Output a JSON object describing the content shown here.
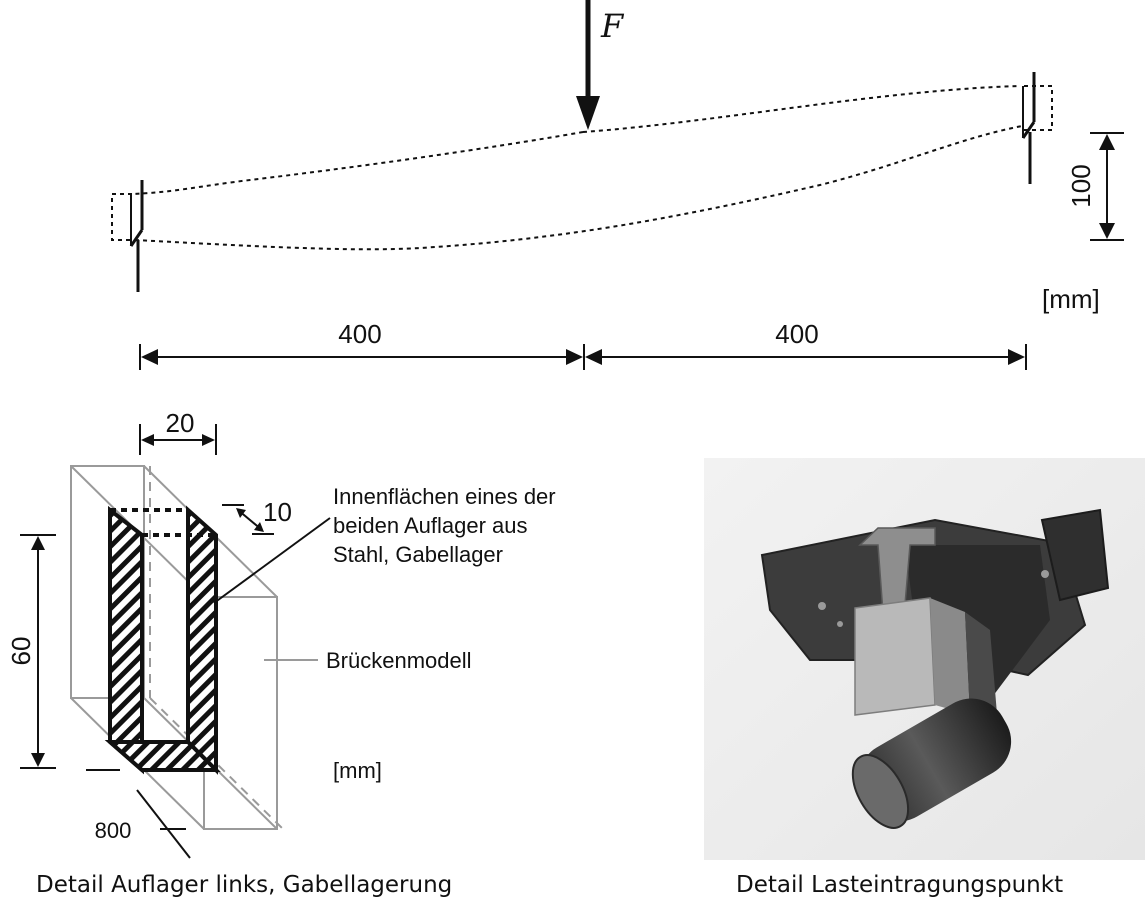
{
  "beam": {
    "force_label": "F",
    "height_label": "100",
    "unit_label": "[mm]",
    "span_left_label": "400",
    "span_right_label": "400"
  },
  "detail_support": {
    "width_label": "20",
    "thickness_label": "10",
    "height_label": "60",
    "length_label": "800",
    "unit_label": "[mm]",
    "callout_line1": "Innenflächen eines der",
    "callout_line2": "beiden Auflager aus",
    "callout_line3": "Stahl, Gabellager",
    "model_label": "Brückenmodell",
    "caption": "Detail Auflager links, Gabellagerung"
  },
  "detail_load": {
    "caption": "Detail Lasteintragungspunkt"
  }
}
